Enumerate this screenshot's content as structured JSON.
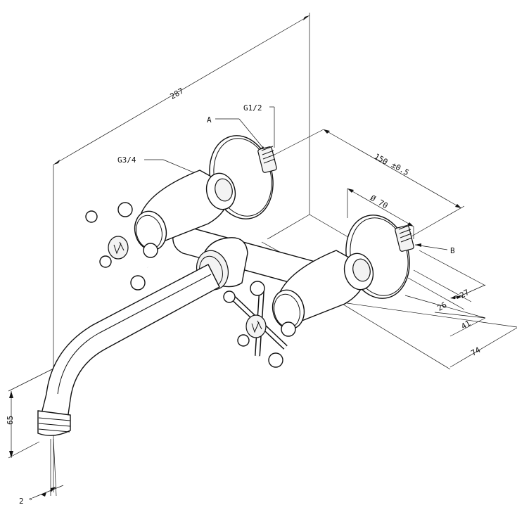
{
  "dimensions": {
    "overall_length": "287",
    "centers": "150",
    "centers_tolerance": "±0.5",
    "flange_diameter": "Ø 70",
    "d26": "26",
    "d27": "27",
    "d41": "41",
    "d74": "74",
    "height": "65",
    "angle": "2 °"
  },
  "labels": {
    "a": "A",
    "b": "B",
    "g12": "G1/2",
    "g34": "G3/4"
  },
  "colors": {
    "line": "#111111",
    "background": "#ffffff"
  }
}
